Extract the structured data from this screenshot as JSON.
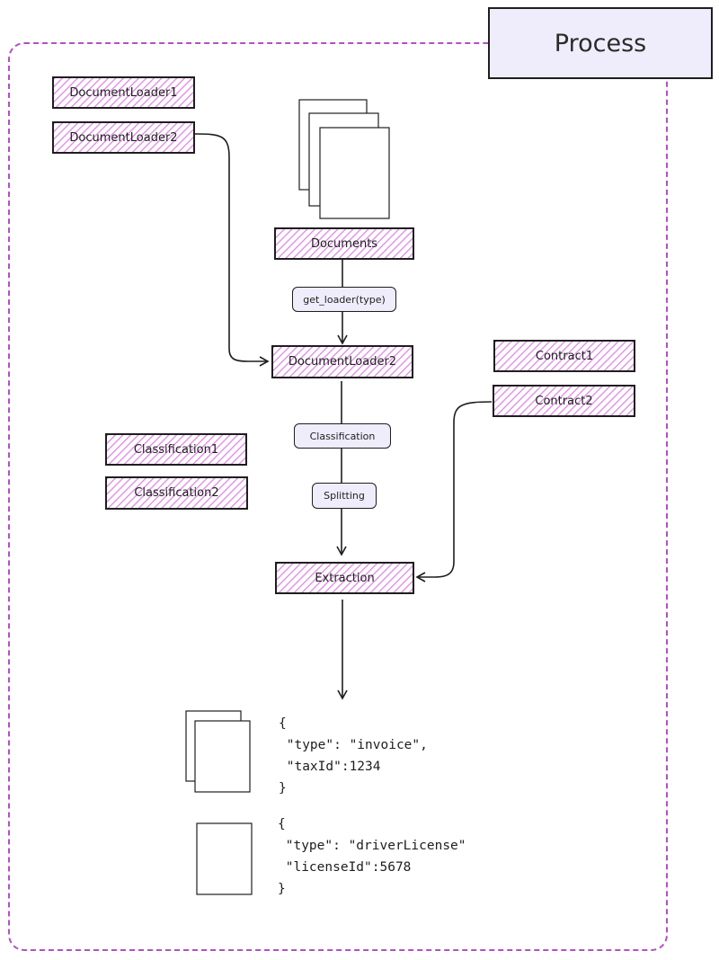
{
  "title": "Process",
  "loaders": [
    "DocumentLoader1",
    "DocumentLoader2"
  ],
  "documents_label": "Documents",
  "get_loader_label": "get_loader(type)",
  "selected_loader": "DocumentLoader2",
  "contracts": [
    "Contract1",
    "Contract2"
  ],
  "classification_step": "Classification",
  "splitting_step": "Splitting",
  "classifications": [
    "Classification1",
    "Classification2"
  ],
  "extraction_label": "Extraction",
  "outputs": [
    {
      "lines": [
        "{",
        " \"type\": \"invoice\",",
        " \"taxId\":1234",
        "}"
      ]
    },
    {
      "lines": [
        "{",
        " \"type\": \"driverLicense\"",
        " \"licenseId\":5678",
        "}"
      ]
    }
  ],
  "colors": {
    "frame": "#b44fc4",
    "hatch": "#dc6ee6",
    "title_fill": "#efedfb",
    "stroke": "#1e1e1e"
  }
}
